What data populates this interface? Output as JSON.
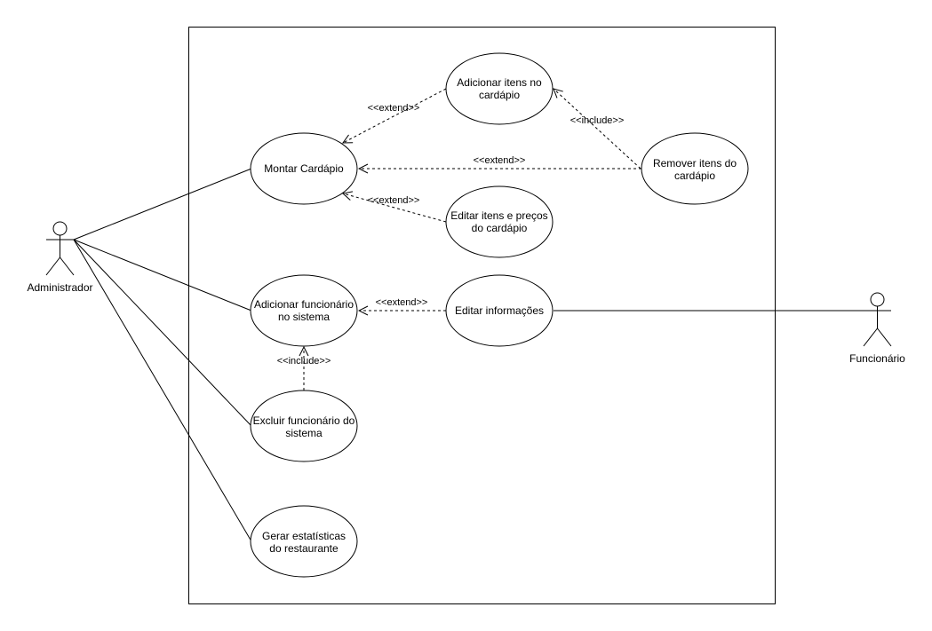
{
  "actors": {
    "admin": "Administrador",
    "employee": "Funcionário"
  },
  "use_cases": {
    "montar": "Montar Cardápio",
    "adicionar_itens": [
      "Adicionar itens no",
      "cardápio"
    ],
    "remover_itens": [
      "Remover itens do",
      "cardápio"
    ],
    "editar_itens": [
      "Editar itens e preços",
      "do cardápio"
    ],
    "adicionar_func": [
      "Adicionar funcionário",
      "no sistema"
    ],
    "editar_info": "Editar informações",
    "excluir_func": [
      "Excluir funcionário do",
      "sistema"
    ],
    "gerar_estat": [
      "Gerar estatísticas",
      "do restaurante"
    ]
  },
  "relations": {
    "extend": "<<extend>>",
    "include": "<<include>>"
  }
}
